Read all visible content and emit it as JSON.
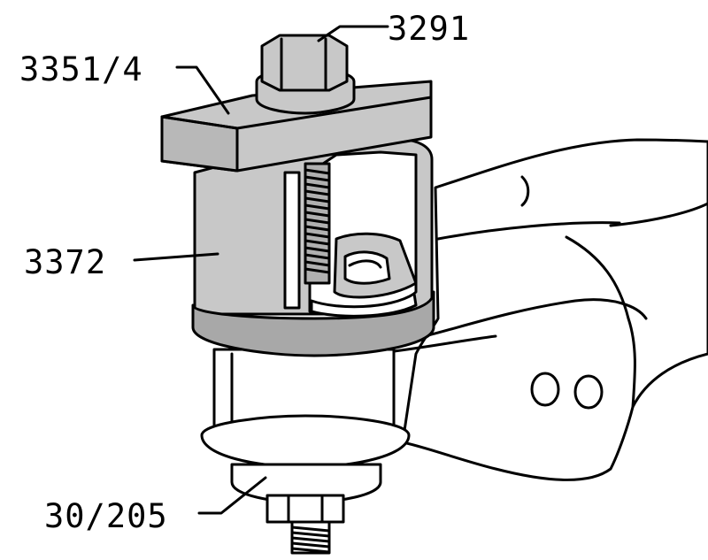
{
  "callouts": {
    "nut": "3291",
    "bridge": "3351/4",
    "sleeve": "3372",
    "bolt": "30/205"
  },
  "colors": {
    "ink": "#000000",
    "tool_gray": "#c8c8c8",
    "tool_dark": "#a8a8a8",
    "background": "#ffffff"
  }
}
